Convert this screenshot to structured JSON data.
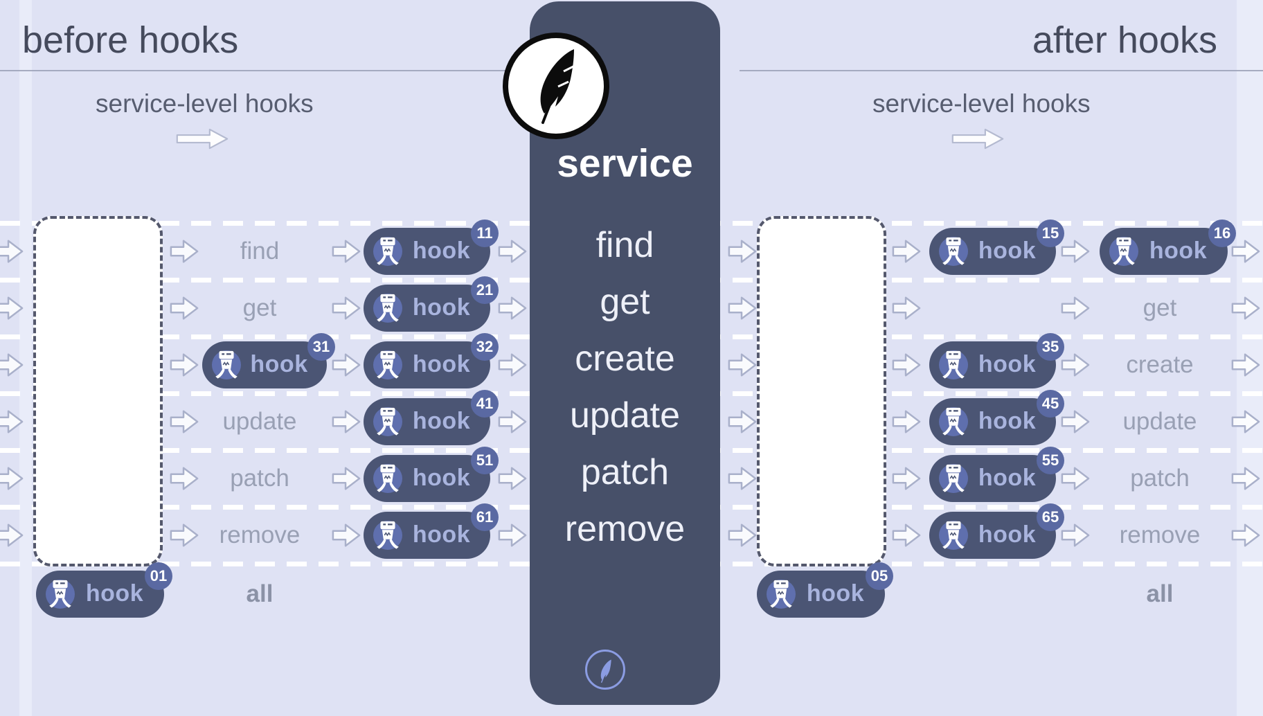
{
  "header_left": {
    "title": "before hooks",
    "subtitle": "service-level hooks"
  },
  "header_right": {
    "title": "after hooks",
    "subtitle": "service-level hooks"
  },
  "service": {
    "title": "service",
    "methods": [
      "find",
      "get",
      "create",
      "update",
      "patch",
      "remove"
    ]
  },
  "hook_label": "hook",
  "left": {
    "rows": [
      {
        "slot1_label": "find",
        "slot1_hook": null,
        "slot2_hook": "11"
      },
      {
        "slot1_label": "get",
        "slot1_hook": null,
        "slot2_hook": "21"
      },
      {
        "slot1_label": null,
        "slot1_hook": "31",
        "slot2_hook": "32"
      },
      {
        "slot1_label": "update",
        "slot1_hook": null,
        "slot2_hook": "41"
      },
      {
        "slot1_label": "patch",
        "slot1_hook": null,
        "slot2_hook": "51"
      },
      {
        "slot1_label": "remove",
        "slot1_hook": null,
        "slot2_hook": "61"
      }
    ],
    "all": {
      "label": "all",
      "hook_number": "01"
    }
  },
  "right": {
    "rows": [
      {
        "slotA_hook": "15",
        "slotB_label": null,
        "slotB_hook": "16"
      },
      {
        "slotA_hook": null,
        "slotB_label": "get",
        "slotB_hook": null
      },
      {
        "slotA_hook": "35",
        "slotB_label": "create",
        "slotB_hook": null
      },
      {
        "slotA_hook": "45",
        "slotB_label": "update",
        "slotB_hook": null
      },
      {
        "slotA_hook": "55",
        "slotB_label": "patch",
        "slotB_hook": null
      },
      {
        "slotA_hook": "65",
        "slotB_label": "remove",
        "slotB_hook": null
      }
    ],
    "all": {
      "label": "all",
      "hook_number": "05"
    }
  },
  "icons": {
    "service_logo": "feather-quill-logo-icon",
    "hook": "robot-claw-icon",
    "flow": "arrow-right-icon",
    "service_footer": "feather-outline-icon"
  },
  "colors": {
    "background": "#dfe2f4",
    "edge_strip": "#e9ecf9",
    "heading_text": "#454a5c",
    "subtitle_text": "#575d70",
    "method_label_text": "#99a0b4",
    "all_label_text": "#8b92a6",
    "divider_rule": "#9aa0b6",
    "hook_pill": "#4b5574",
    "hook_pill_text": "#a9b4de",
    "hook_badge": "#5a69a2",
    "hook_badge_text": "#ffffff",
    "hook_icon_circle": "#5f6fae",
    "service_column": "#475069",
    "service_text": "#eef0f8",
    "arrow_outline": "#a9b0ca",
    "dashed_line": "#ffffff",
    "dashed_box_border": "#54586c",
    "feather_badge": "#8b9ce2",
    "logo_ink": "#0c0c0c"
  }
}
